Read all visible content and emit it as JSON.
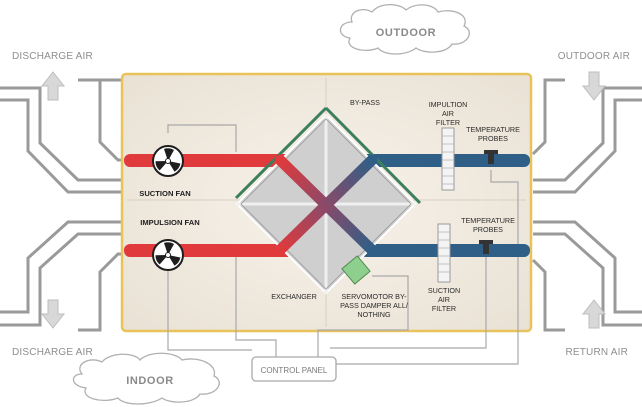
{
  "zones": {
    "outdoor": "OUTDOOR",
    "indoor": "INDOOR"
  },
  "corners": {
    "discharge_air_top": "DISCHARGE AIR",
    "outdoor_air": "OUTDOOR AIR",
    "discharge_air_bottom": "DISCHARGE AIR",
    "return_air": "RETURN AIR"
  },
  "components": {
    "bypass": "BY-PASS",
    "impulsion_filter": [
      "IMPULTION",
      "AIR",
      "FILTER"
    ],
    "temp_probes_top": [
      "TEMPERATURE",
      "PROBES"
    ],
    "suction_fan": "SUCTION FAN",
    "impulsion_fan": "IMPULSION FAN",
    "temp_probes_bottom": [
      "TEMPERATURE",
      "PROBES"
    ],
    "exchanger": "EXCHANGER",
    "servomotor": [
      "SERVOMOTOR BY-",
      "PASS DAMPER ALL/",
      "NOTHING"
    ],
    "suction_filter": [
      "SUCTION",
      "AIR",
      "FILTER"
    ],
    "control_panel": "CONTROL PANEL"
  },
  "colors": {
    "hot_duct": "#e03a3c",
    "cold_duct": "#2f5f86",
    "unit_border": "#e9c25a",
    "unit_fill": "#f2ece2",
    "bypass_frame": "#3c7f5f",
    "damper": "#8fcf8d"
  }
}
